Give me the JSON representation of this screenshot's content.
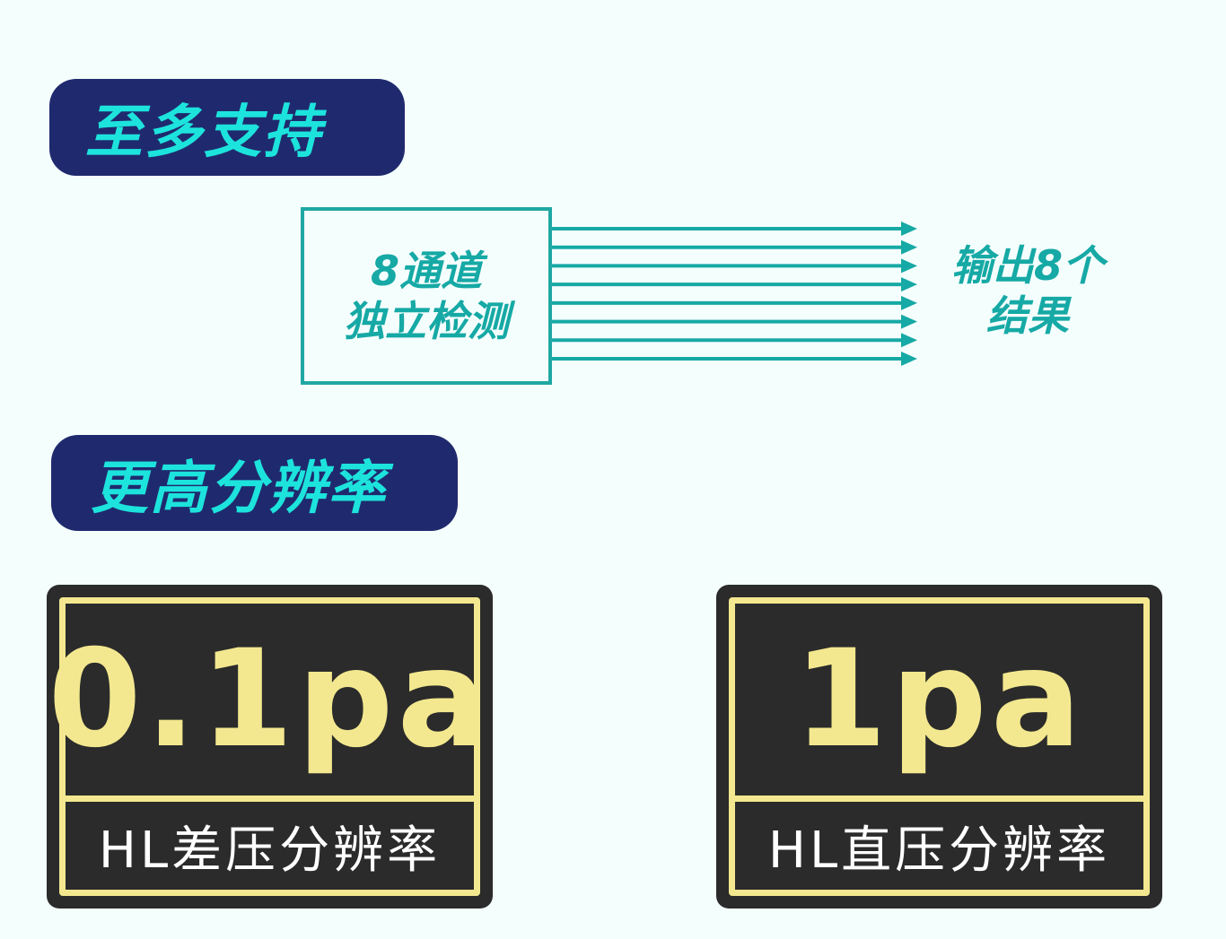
{
  "section_1": {
    "title": "至多支持"
  },
  "section_2": {
    "title": "更高分辨率"
  },
  "diagram": {
    "input_box": {
      "line_1": "8通道",
      "line_2": "独立检测"
    },
    "channel_count": 8,
    "output": {
      "line_1": "输出8个",
      "line_2": "结果"
    }
  },
  "panels": [
    {
      "value": "0.1pa",
      "label": "HL差压分辨率"
    },
    {
      "value": "1pa",
      "label": "HL直压分辨率"
    }
  ],
  "colors": {
    "background": "#f4fefd",
    "pill_background": "#1f2a6e",
    "pill_text": "#1de3dd",
    "teal": "#16a9a5",
    "panel_background": "#2b2b2b",
    "panel_accent": "#f3e88f"
  }
}
